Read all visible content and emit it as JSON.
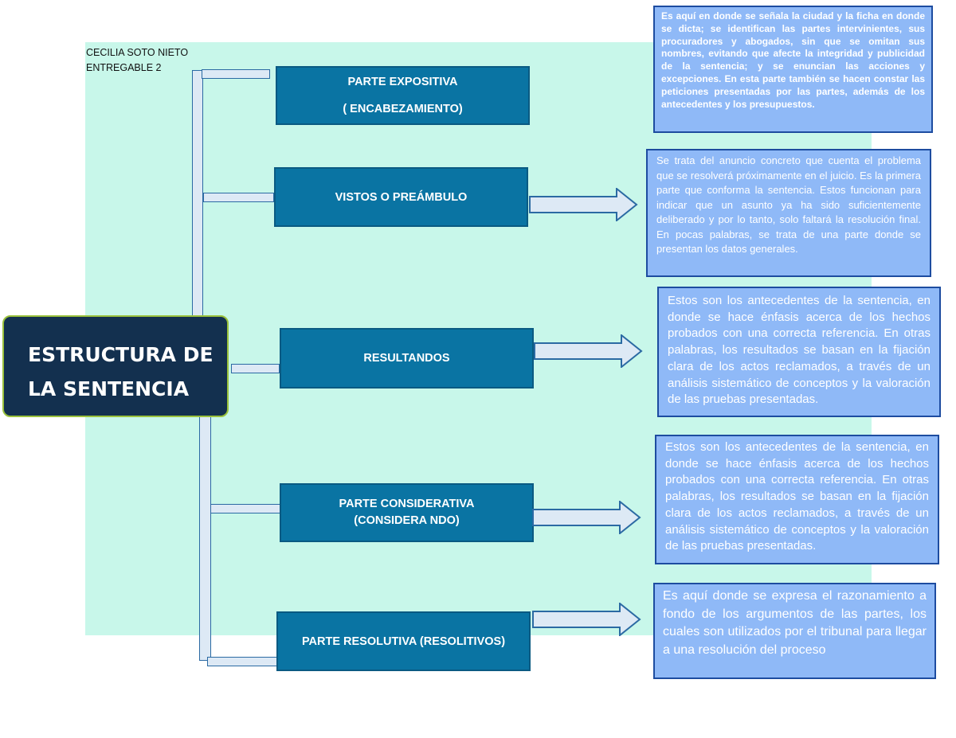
{
  "author": {
    "name": "CECILIA SOTO NIETO",
    "deliverable": "ENTREGABLE 2"
  },
  "main_title": {
    "line1": "ESTRUCTURA DE",
    "line2": "LA SENTENCIA"
  },
  "sections": [
    {
      "line1": "PARTE EXPOSITIVA",
      "line2": "( ENCABEZAMIENTO)"
    },
    {
      "line1": "VISTOS O PREÁMBULO"
    },
    {
      "line1": "RESULTANDOS"
    },
    {
      "line1": "PARTE CONSIDERATIVA",
      "line2": "(CONSIDERA NDO)"
    },
    {
      "line1": "PARTE RESOLUTIVA (RESOLITIVOS)"
    }
  ],
  "descriptions": [
    "Es aquí en donde se señala la ciudad y la ficha en donde se dicta; se identifican las partes intervinientes, sus procuradores y abogados, sin que se omitan sus nombres, evitando que afecte la integridad y publicidad de la sentencia; y se enuncian las acciones y excepciones. En esta parte también se hacen constar las peticiones presentadas por las partes, además de los antecedentes y los presupuestos.",
    "Se trata del anuncio concreto que cuenta el problema que se resolverá próximamente en el juicio. Es la primera parte que conforma la sentencia. Estos funcionan para indicar que un asunto ya ha sido suficientemente deliberado y por lo tanto, solo faltará la resolución final. En pocas palabras, se trata de una parte donde se presentan los datos generales.",
    "Estos son los antecedentes de la sentencia, en donde se hace énfasis acerca de los hechos probados con una correcta referencia. En otras palabras, los resultados se basan en la fijación clara de los actos reclamados, a través de un análisis sistemático de conceptos y la valoración de las pruebas presentadas.",
    "Estos son los antecedentes de la sentencia, en donde se hace énfasis acerca de los hechos probados con una correcta referencia. En otras palabras, los resultados se basan en la fijación clara de los actos reclamados, a través de un análisis sistemático de conceptos y la valoración de las pruebas presentadas.",
    "Es aquí donde se expresa el razonamiento a fondo de los argumentos de las partes, los cuales son utilizados por el tribunal para llegar a una resolución del proceso"
  ],
  "colors": {
    "background_panel": "#c8f7ea",
    "main_box": "#13304f",
    "main_box_border": "#9ac13c",
    "section_box": "#0a74a3",
    "description_box": "#8fb9f7",
    "description_border": "#1d4ca0",
    "connector_fill": "#dde9f5",
    "connector_border": "#2b6aa3"
  }
}
